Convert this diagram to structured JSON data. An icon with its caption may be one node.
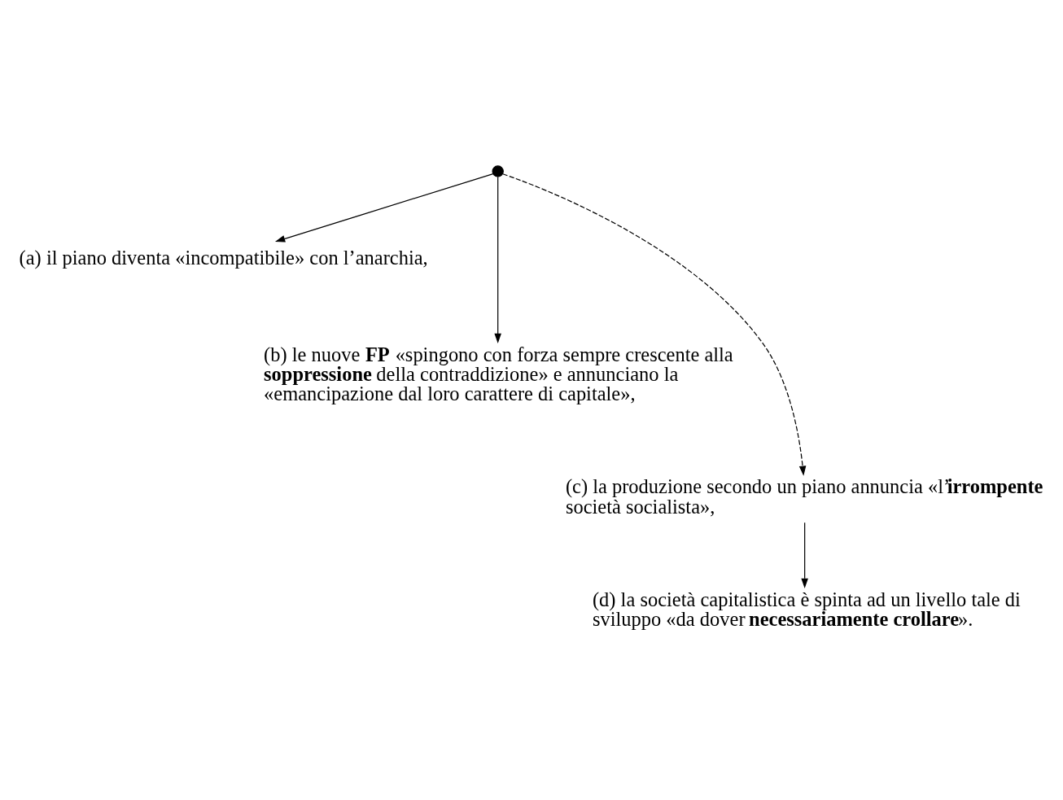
{
  "diagram": {
    "nodes": [
      {
        "text": [],
        "shape": "circle"
      },
      {
        "text": [
          "(a) il piano diventa «incompatibile» con l’anarchia,"
        ]
      },
      {
        "text": [
          "(b) le nuove **FP** «spingono con forza sempre crescente alla **soppressione** della contraddizione» e annunciano la «emancipazione dal loro carattere di capitale»,"
        ]
      },
      {
        "text": [
          "(c) la produzione secondo un piano annuncia «l’**irrompente** società socialista»,"
        ]
      },
      {
        "text": [
          "(d) la società capitalistica è spinta ad un livello tale di sviluppo «da dover **necessariamente crollare**»."
        ]
      }
    ],
    "edges": [
      {
        "from": 0,
        "to": 1,
        "arrow": "to"
      },
      {
        "from": 0,
        "to": 2,
        "arrow": "to"
      },
      {
        "from": 0,
        "to": 3,
        "arrow": "to",
        "style": "dashed"
      },
      {
        "from": 3,
        "to": 4,
        "arrow": "to"
      }
    ]
  }
}
